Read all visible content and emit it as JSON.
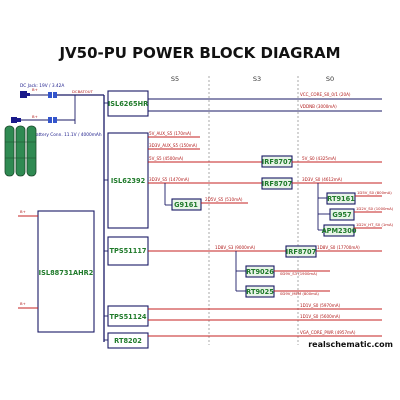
{
  "title": "JV50-PU POWER BLOCK DIAGRAM",
  "columns": [
    "S5",
    "S3",
    "S0"
  ],
  "inputs": {
    "dc_jack": "DC Jack: 19V / 3.42A",
    "battery": "Battery Conn. 11.1V / 4000mAh",
    "dcbatout": "DCBATOUT",
    "b_plus_1": "B+",
    "b_plus_2": "B+",
    "b_plus_3": "B+",
    "b_plus_4": "B+"
  },
  "chips": {
    "isl6265hr": "ISL6265HR",
    "isl62392": "ISL62392",
    "irf8707_a": "IRF8707",
    "irf8707_b": "IRF8707",
    "rt9161": "RT9161",
    "g957": "G957",
    "apm2300": "APM2300",
    "g9161": "G9161",
    "isl88731ahr2": "ISL88731AHR2",
    "tps51117": "TPS51117",
    "irf8707_c": "IRF8707",
    "rt9026": "RT9026",
    "rt9025": "RT9025",
    "tps51124": "TPS51124",
    "rt8202": "RT8202"
  },
  "nets": {
    "vcc_core": "VCC_CORE_S0_0/1 (20A)",
    "vddnb": "VDDNB (3000mA)",
    "v5_aux": "5V_AUX_S5 (170mA)",
    "v3_aux": "3D3V_AUX_S5 (150mA)",
    "v5_s5": "5V_S5 (4500mA)",
    "v5_s0": "5V_S0 (4325mA)",
    "v3_s5": "3D3V_S5 (1470mA)",
    "v3_s0": "3D3V_S0 (4612mA)",
    "v2_s5": "2D5V_S5 (510mA)",
    "v1d5_s0": "1D5V_S0 (800mA)",
    "v1d2_s0": "1D2V_S0 (1000mA)",
    "v1_s0": "1D2V_HT_S0 (1mA)",
    "v1d8_s3": "1D8V_S3 (9000mA)",
    "v1d8_s0": "1D8V_S0 (17700mA)",
    "v0d9_s3": "0D9V_S3 (1900mA)",
    "v0d9_s0": "0D9V_MEM (800mA)",
    "v1_vtt": "1D1V_S0 (5970mA)",
    "v1_alw": "1D1V_S0 (5600mA)",
    "vga": "VGA_CORE_PWR (4957mA)"
  },
  "credit": "realschematic.com"
}
